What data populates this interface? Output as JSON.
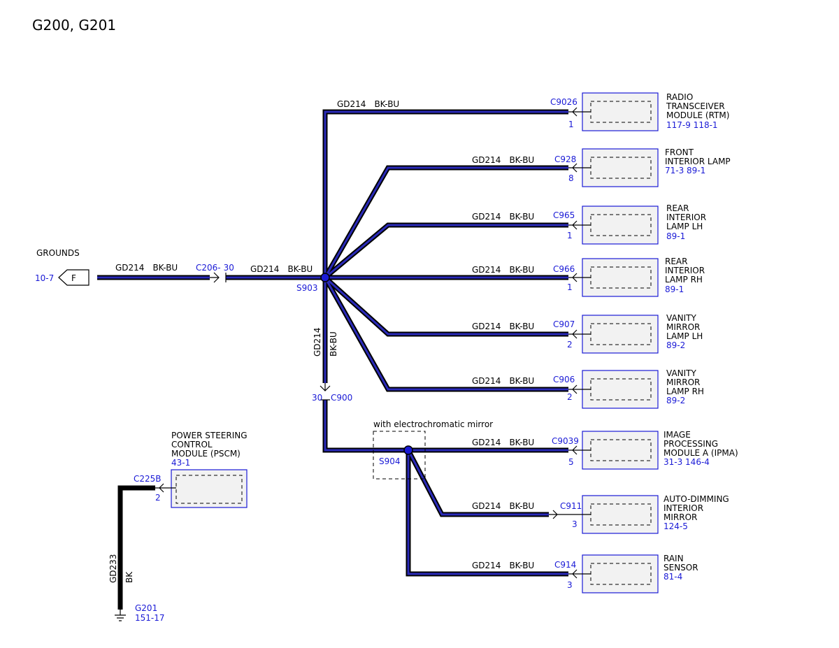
{
  "page_title": "G200, G201",
  "grounds": {
    "title": "GROUNDS",
    "ref": "10-7",
    "connector_letter": "F"
  },
  "wire_main": "GD214",
  "wire_color": "BK-BU",
  "inline_c206": {
    "name": "C206",
    "pin": "30"
  },
  "splice_s903": "S903",
  "inline_c900": {
    "name": "C900",
    "pin": "30"
  },
  "option_label": "with electrochromatic mirror",
  "splice_s904": "S904",
  "modules": [
    {
      "lines": [
        "RADIO",
        "TRANSCEIVER",
        "MODULE (RTM)"
      ],
      "ref": "117-9  118-1",
      "conn": "C9026",
      "pin": "1"
    },
    {
      "lines": [
        "FRONT",
        "INTERIOR LAMP"
      ],
      "ref": "71-3   89-1",
      "conn": "C928",
      "pin": "8"
    },
    {
      "lines": [
        "REAR",
        "INTERIOR",
        "LAMP LH"
      ],
      "ref": "89-1",
      "conn": "C965",
      "pin": "1"
    },
    {
      "lines": [
        "REAR",
        "INTERIOR",
        "LAMP RH"
      ],
      "ref": "89-1",
      "conn": "C966",
      "pin": "1"
    },
    {
      "lines": [
        "VANITY",
        "MIRROR",
        "LAMP LH"
      ],
      "ref": "89-2",
      "conn": "C907",
      "pin": "2"
    },
    {
      "lines": [
        "VANITY",
        "MIRROR",
        "LAMP RH"
      ],
      "ref": "89-2",
      "conn": "C906",
      "pin": "2"
    },
    {
      "lines": [
        "IMAGE",
        "PROCESSING",
        "MODULE A (IPMA)"
      ],
      "ref": "31-3   146-4",
      "conn": "C9039",
      "pin": "5"
    },
    {
      "lines": [
        "AUTO-DIMMING",
        "INTERIOR",
        "MIRROR"
      ],
      "ref": "124-5",
      "conn": "C911",
      "pin": "3"
    },
    {
      "lines": [
        "RAIN",
        "SENSOR"
      ],
      "ref": "81-4",
      "conn": "C914",
      "pin": "3"
    }
  ],
  "pscm": {
    "lines": [
      "POWER STEERING",
      "CONTROL",
      "MODULE (PSCM)"
    ],
    "ref": "43-1",
    "conn": "C225B",
    "pin": "2",
    "wire": "GD233",
    "wire_color": "BK",
    "ground": "G201",
    "ground_ref": "151-17"
  },
  "colors": {
    "wire_fill": "#2a2ab8",
    "label_blue": "#1a1ad6",
    "module_fill": "#f2f2f2"
  }
}
